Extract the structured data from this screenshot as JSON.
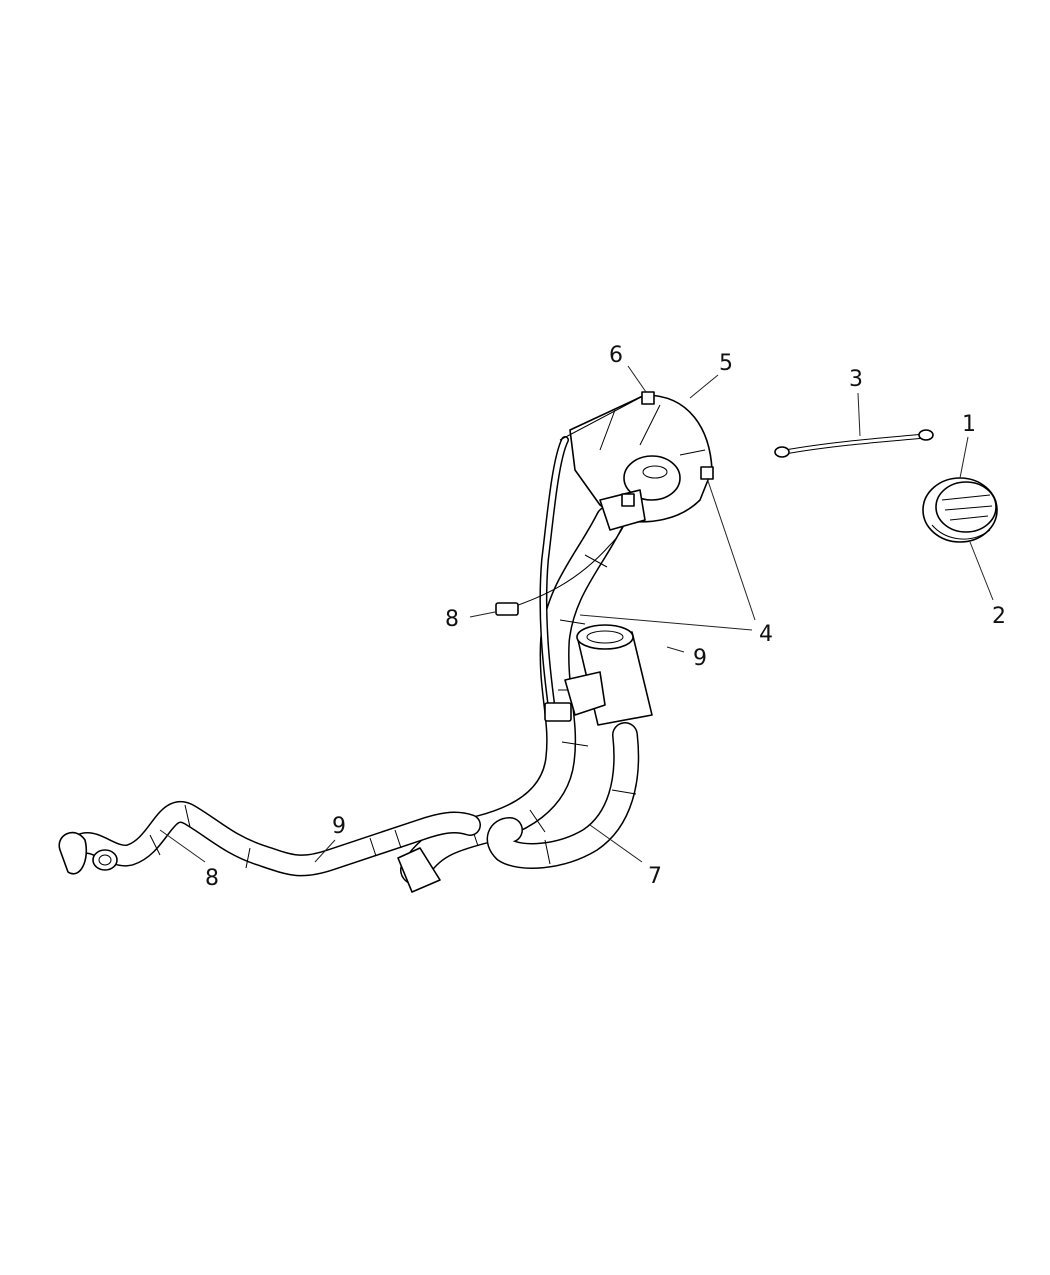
{
  "diagram": {
    "callouts": {
      "c1": "1",
      "c2": "2",
      "c3": "3",
      "c4": "4",
      "c5": "5",
      "c6": "6",
      "c7": "7",
      "c8a": "8",
      "c8b": "8",
      "c9a": "9",
      "c9b": "9"
    }
  }
}
